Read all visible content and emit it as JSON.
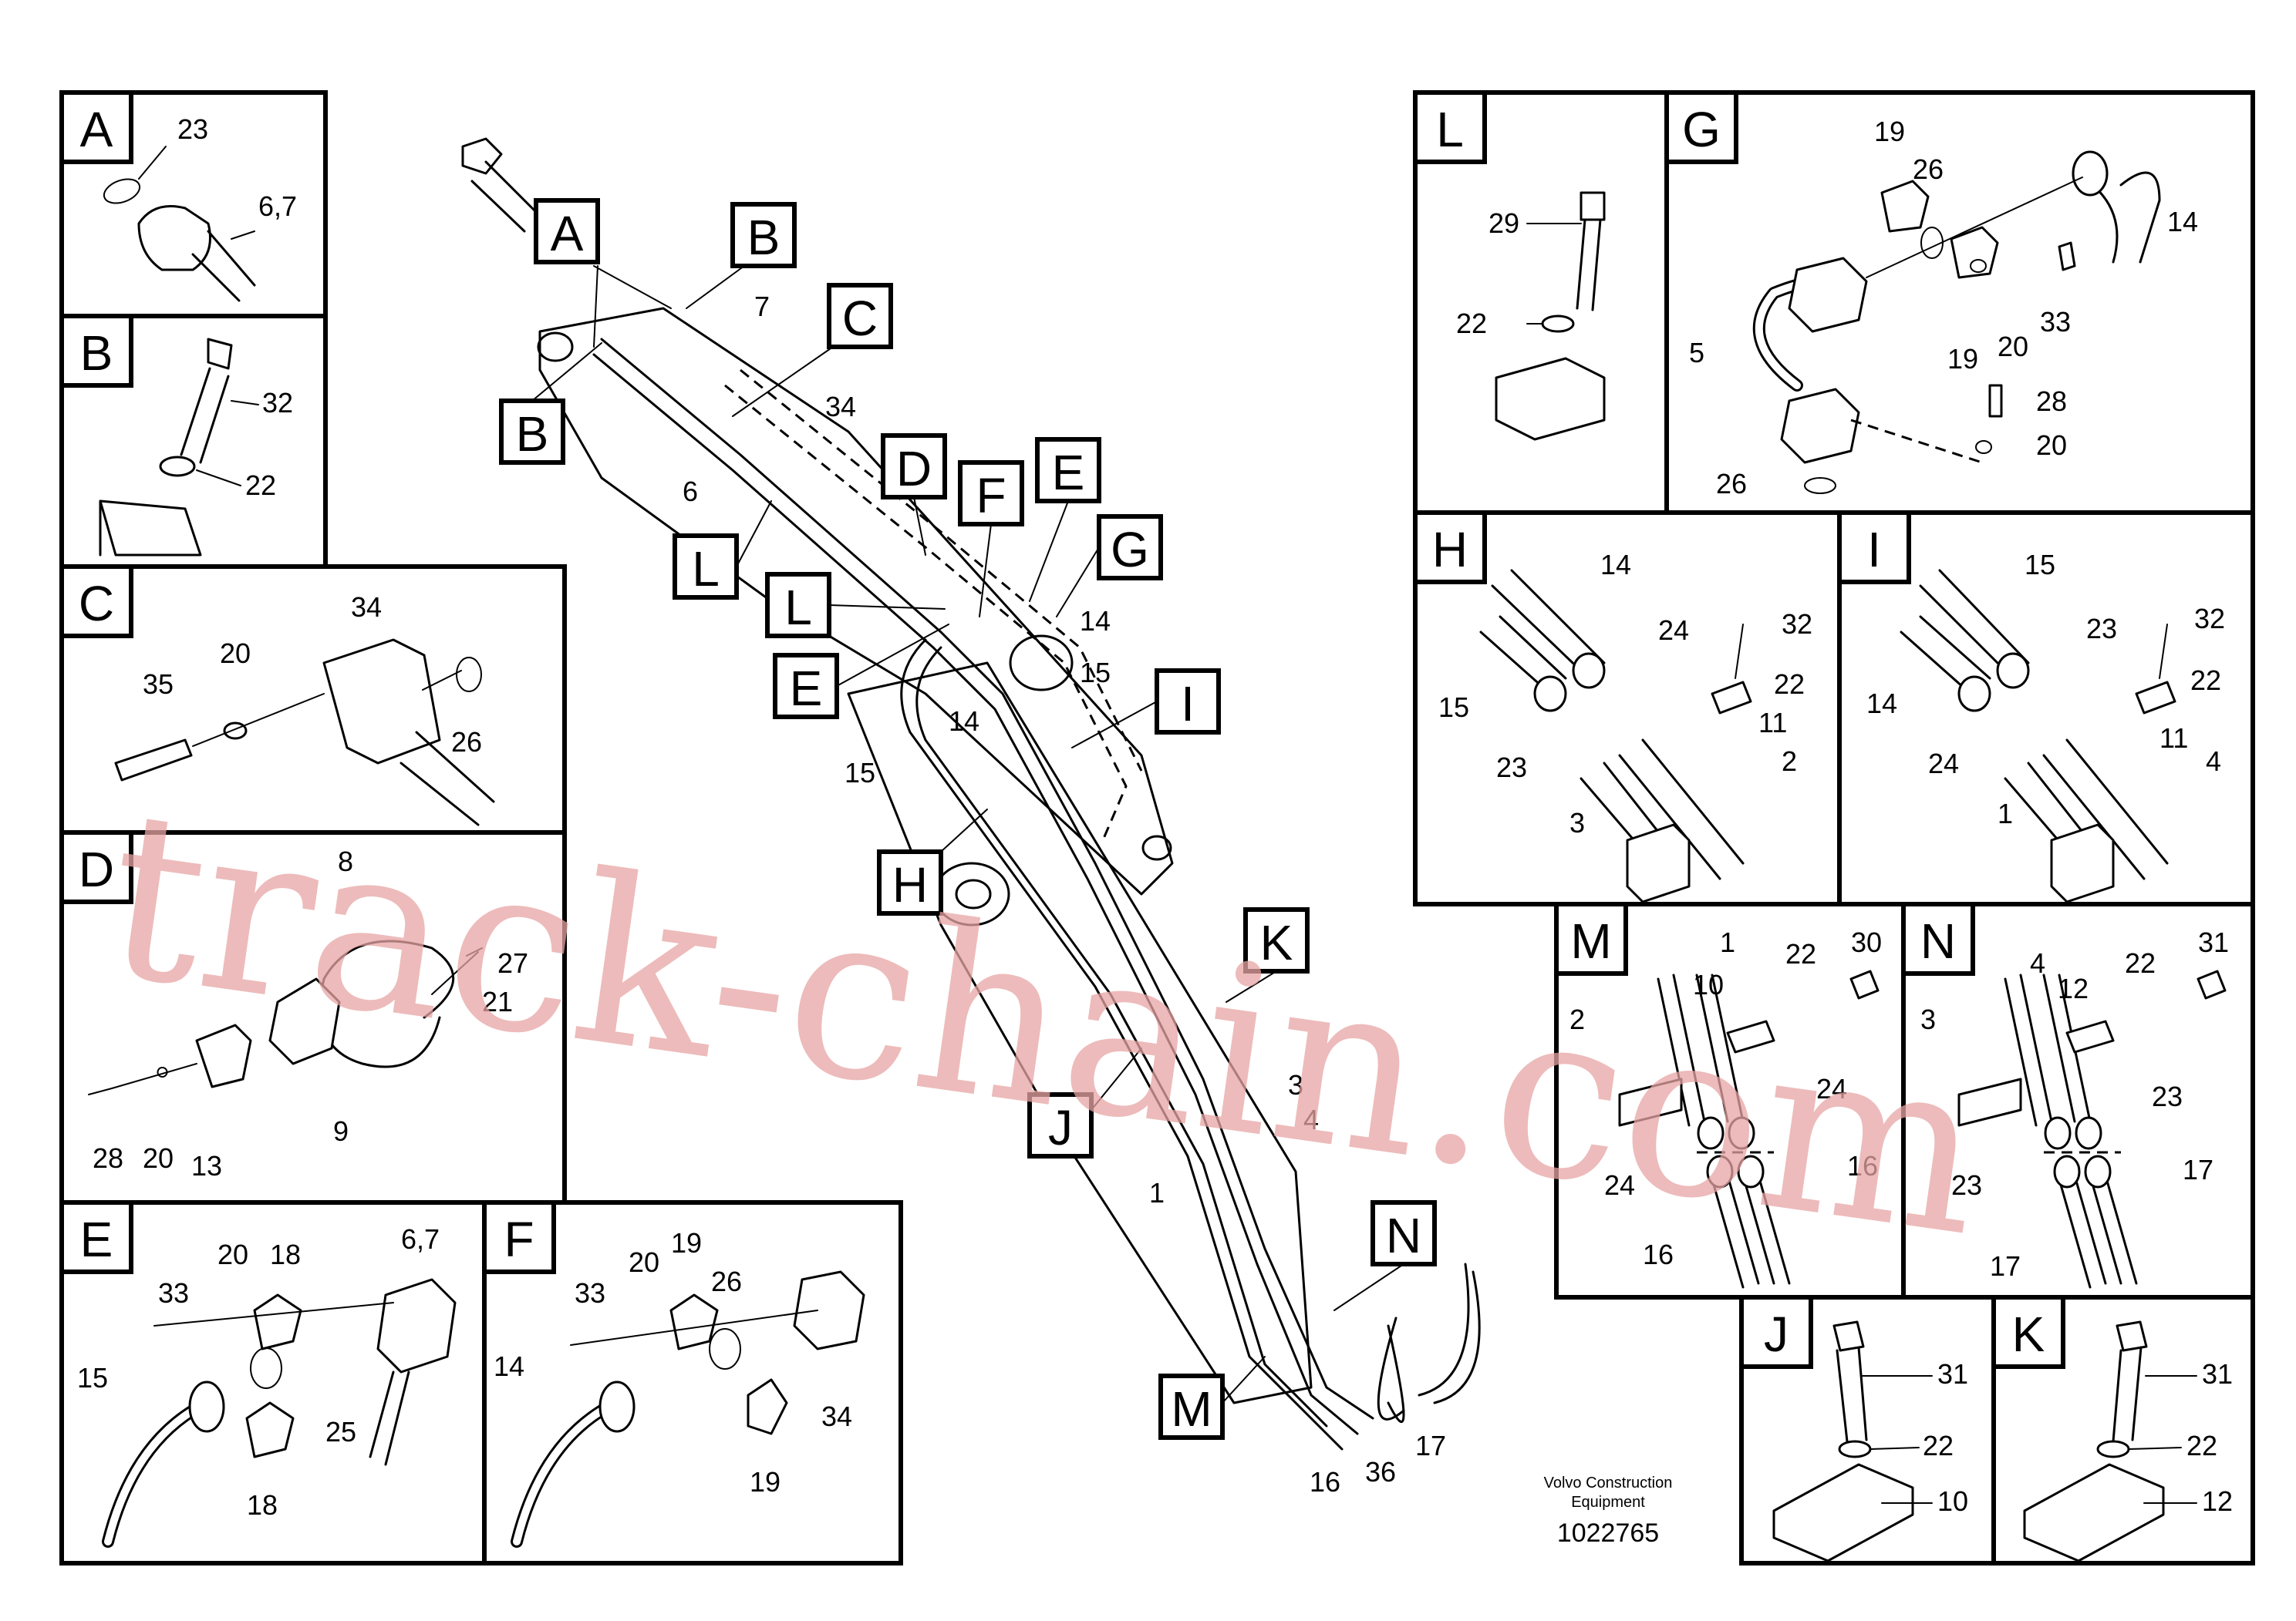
{
  "panels": [
    {
      "id": "A",
      "callouts": [
        "23",
        "6,7"
      ]
    },
    {
      "id": "B",
      "callouts": [
        "32",
        "22"
      ]
    },
    {
      "id": "C",
      "callouts": [
        "34",
        "20",
        "35",
        "26"
      ]
    },
    {
      "id": "D",
      "callouts": [
        "8",
        "27",
        "21",
        "28",
        "20",
        "13",
        "9"
      ]
    },
    {
      "id": "E",
      "callouts": [
        "33",
        "20",
        "18",
        "6,7",
        "15",
        "25",
        "18"
      ]
    },
    {
      "id": "F",
      "callouts": [
        "33",
        "20",
        "19",
        "26",
        "14",
        "34",
        "19"
      ]
    },
    {
      "id": "L",
      "callouts": [
        "29",
        "22"
      ]
    },
    {
      "id": "G",
      "callouts": [
        "19",
        "26",
        "14",
        "5",
        "19",
        "20",
        "33",
        "28",
        "20",
        "26"
      ]
    },
    {
      "id": "H",
      "callouts": [
        "14",
        "24",
        "32",
        "15",
        "22",
        "11",
        "23",
        "2",
        "3"
      ]
    },
    {
      "id": "I",
      "callouts": [
        "15",
        "23",
        "32",
        "14",
        "22",
        "11",
        "24",
        "1",
        "4"
      ]
    },
    {
      "id": "M",
      "callouts": [
        "1",
        "30",
        "2",
        "10",
        "22",
        "24",
        "24",
        "16",
        "16"
      ]
    },
    {
      "id": "N",
      "callouts": [
        "4",
        "31",
        "3",
        "12",
        "22",
        "23",
        "23",
        "17",
        "17"
      ]
    },
    {
      "id": "J",
      "callouts": [
        "31",
        "22",
        "10"
      ]
    },
    {
      "id": "K",
      "callouts": [
        "31",
        "22",
        "12"
      ]
    }
  ],
  "main": {
    "tags": [
      "A",
      "B",
      "B",
      "C",
      "D",
      "F",
      "E",
      "G",
      "L",
      "L",
      "E",
      "I",
      "H",
      "K",
      "J",
      "N",
      "M"
    ],
    "callouts": [
      "7",
      "34",
      "6",
      "14",
      "15",
      "14",
      "15",
      "3",
      "4",
      "1",
      "16",
      "36",
      "17"
    ]
  },
  "footer": {
    "company": "Volvo Construction",
    "company_line2": "Equipment",
    "doc_number": "1022765"
  },
  "watermark": "track-chain.com"
}
